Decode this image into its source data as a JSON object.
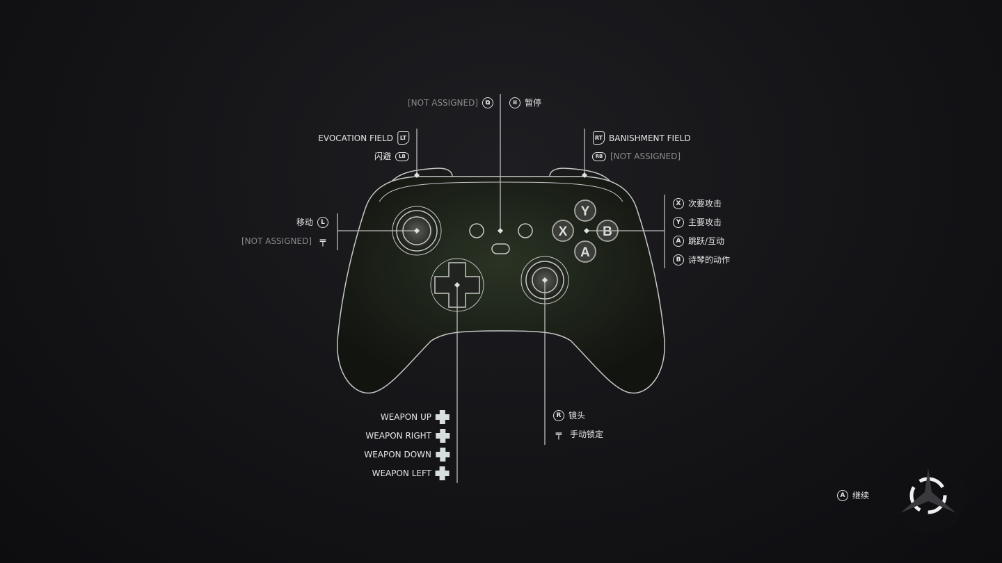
{
  "top": {
    "view_label": "[NOT ASSIGNED]",
    "view_icon": "view-icon",
    "menu_icon": "menu-icon",
    "menu_label": "暂停"
  },
  "left_triggers": {
    "lt_label": "EVOCATION FIELD",
    "lt_icon": "LT",
    "lb_label": "闪避",
    "lb_icon": "LB"
  },
  "right_triggers": {
    "rt_label": "BANISHMENT FIELD",
    "rt_icon": "RT",
    "rb_label": "[NOT ASSIGNED]",
    "rb_icon": "RB"
  },
  "left_stick": {
    "move_label": "移动",
    "move_icon": "L",
    "click_label": "[NOT ASSIGNED]"
  },
  "face_buttons": [
    {
      "icon": "X",
      "label": "次要攻击"
    },
    {
      "icon": "Y",
      "label": "主要攻击"
    },
    {
      "icon": "A",
      "label": "跳跃/互动"
    },
    {
      "icon": "B",
      "label": "诗琴的动作"
    }
  ],
  "dpad": [
    "WEAPON UP",
    "WEAPON RIGHT",
    "WEAPON DOWN",
    "WEAPON LEFT"
  ],
  "right_stick": {
    "cam_icon": "R",
    "cam_label": "镜头",
    "click_label": "手动锁定"
  },
  "controller_buttons": {
    "y": "Y",
    "x": "X",
    "b": "B",
    "a": "A"
  },
  "footer": {
    "continue_icon": "A",
    "continue_label": "继续"
  },
  "colors": {
    "line": "#c8c8c8",
    "body": "#1d2219",
    "dim": "#8a8a8a"
  }
}
